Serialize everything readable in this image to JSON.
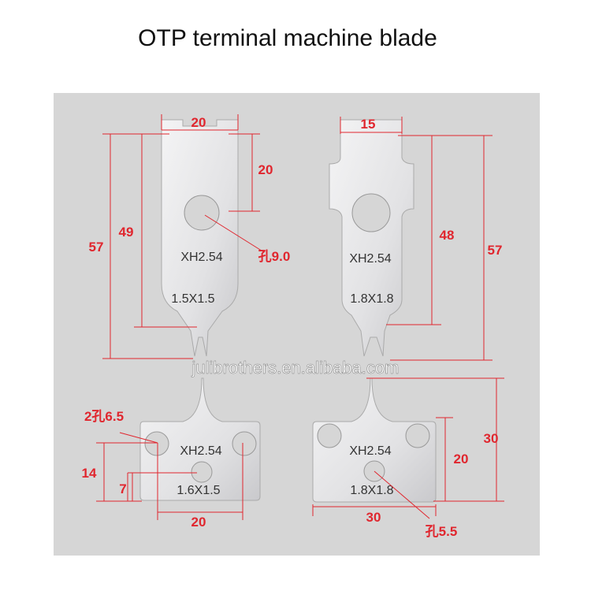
{
  "title": "OTP terminal machine blade",
  "watermark": "julibrothers.en.alibaba.com",
  "colors": {
    "dimension": "#e0262e",
    "background_panel": "#d6d6d6",
    "blade": "#e9e9ea"
  },
  "blades": [
    {
      "engraving": "XH2.54",
      "size": "1.5X1.5",
      "dims": {
        "width": "20",
        "top_to_hole": "20",
        "total": "57",
        "to_slot": "49",
        "hole": "孔9.0"
      }
    },
    {
      "engraving": "XH2.54",
      "size": "1.8X1.8",
      "dims": {
        "width": "15",
        "to_slot": "48",
        "total": "57"
      }
    },
    {
      "engraving": "XH2.54",
      "size": "1.6X1.5",
      "dims": {
        "holes": "2孔6.5",
        "height": "14",
        "center_hole_height": "7",
        "hole_spacing": "20"
      }
    },
    {
      "engraving": "XH2.54",
      "size": "1.8X1.8",
      "dims": {
        "total_height": "30",
        "body_height": "20",
        "width": "30",
        "hole": "孔5.5"
      }
    }
  ]
}
